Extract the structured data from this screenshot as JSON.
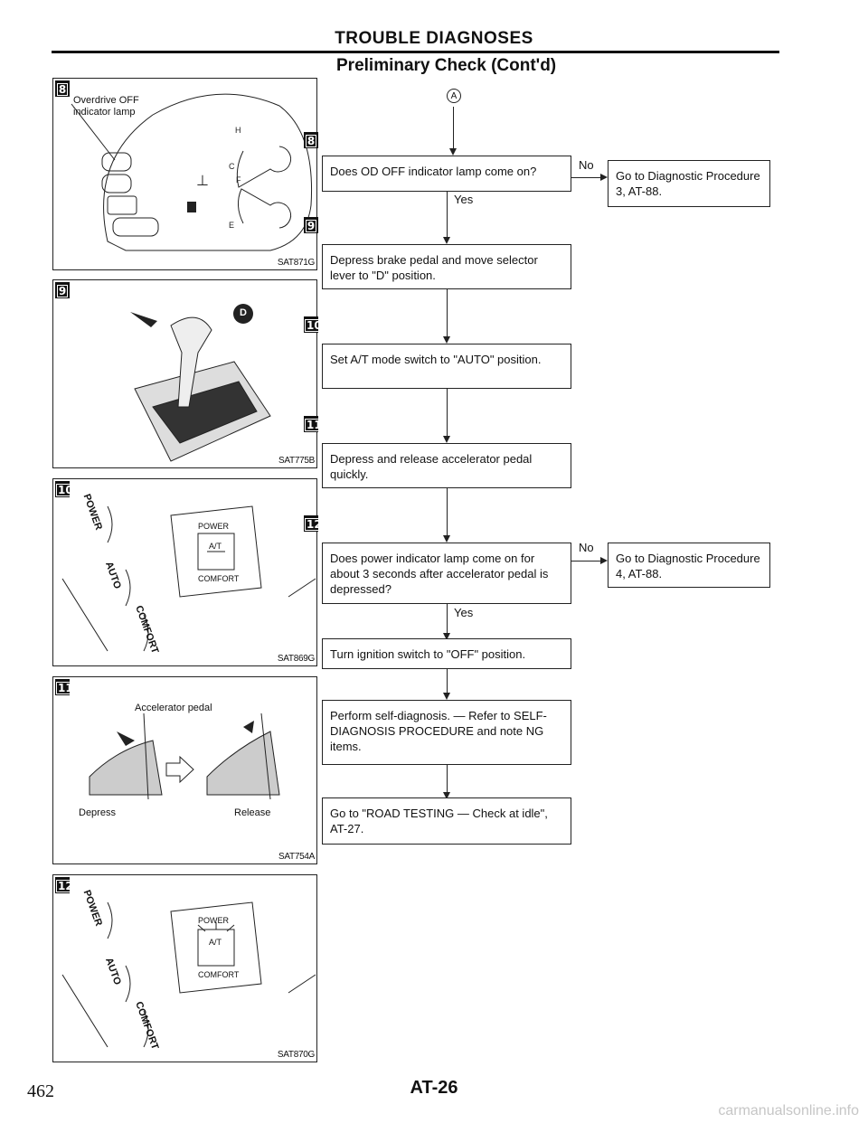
{
  "header": {
    "title": "TROUBLE DIAGNOSES",
    "subtitle": "Preliminary Check (Cont'd)"
  },
  "connector_symbol": "A",
  "panels": [
    {
      "badge": "8",
      "code": "SAT871G",
      "labels": [
        "Overdrive OFF",
        "indicator lamp"
      ]
    },
    {
      "badge": "9",
      "code": "SAT775B",
      "labels": [
        "D"
      ]
    },
    {
      "badge": "10",
      "code": "SAT869G",
      "labels": [
        "POWER",
        "AUTO",
        "COMFORT",
        "POWER",
        "A/T",
        "COMFORT"
      ]
    },
    {
      "badge": "11",
      "code": "SAT754A",
      "labels": [
        "Accelerator pedal",
        "Depress",
        "Release"
      ]
    },
    {
      "badge": "12",
      "code": "SAT870G",
      "labels": [
        "POWER",
        "AUTO",
        "COMFORT",
        "POWER",
        "A/T",
        "COMFORT"
      ]
    }
  ],
  "flow": {
    "steps": [
      {
        "badge": "8",
        "text": "Does OD OFF indicator lamp come on?"
      },
      {
        "badge": "9",
        "text": "Depress brake pedal and move selector lever to \"D\" position."
      },
      {
        "badge": "10",
        "text": "Set A/T mode switch to \"AUTO\" position."
      },
      {
        "badge": "11",
        "text": "Depress and release accelerator pedal quickly."
      },
      {
        "badge": "12",
        "text": "Does power indicator lamp come on for about 3 seconds after accelerator pedal is depressed?"
      },
      {
        "badge": "",
        "text": "Turn ignition switch to \"OFF\" position."
      },
      {
        "badge": "",
        "text": "Perform self-diagnosis. — Refer to SELF-DIAGNOSIS PROCEDURE and note NG items."
      },
      {
        "badge": "",
        "text": "Go to \"ROAD TESTING — Check at idle\", AT-27."
      }
    ],
    "yes_label": "Yes",
    "no_label": "No",
    "no_targets": [
      "Go to Diagnostic Procedure 3, AT-88.",
      "Go to Diagnostic Procedure 4, AT-88."
    ]
  },
  "footer": {
    "left_number": "462",
    "page": "AT-26",
    "watermark": "carmanualsonline.info"
  }
}
